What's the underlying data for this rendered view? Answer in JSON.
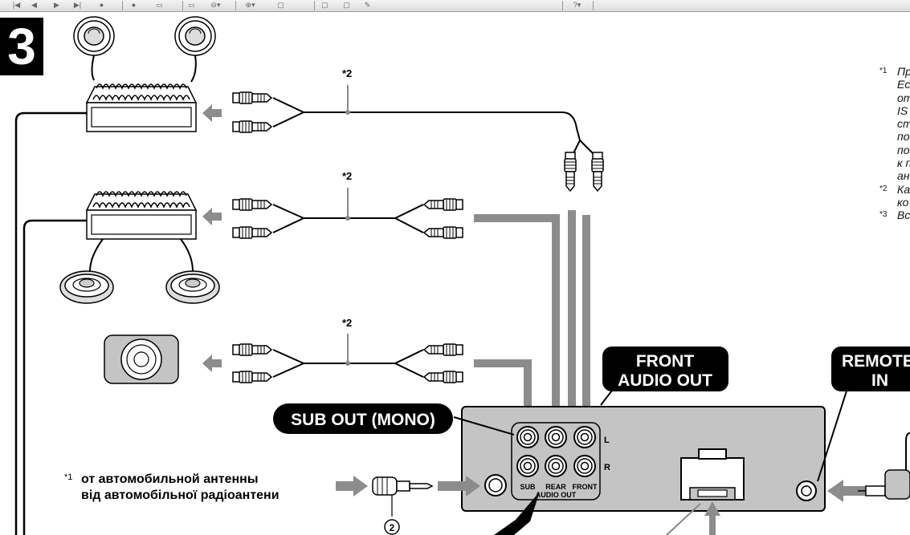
{
  "step_number": "3",
  "toolbar": {
    "buttons": [
      {
        "name": "first-page-icon",
        "glyph": "|◀"
      },
      {
        "name": "prev-page-icon",
        "glyph": "◀"
      },
      {
        "name": "next-page-icon",
        "glyph": "▶"
      },
      {
        "name": "last-page-icon",
        "glyph": "▶|"
      },
      {
        "name": "go-back-icon",
        "glyph": "●"
      },
      {
        "name": "go-forward-icon",
        "glyph": "●"
      },
      {
        "name": "copy-icon",
        "glyph": "▭"
      },
      {
        "name": "paste-icon",
        "glyph": "▭"
      },
      {
        "name": "zoom-out-icon",
        "glyph": "⊖▾"
      },
      {
        "name": "zoom-in-icon",
        "glyph": "⊕▾"
      },
      {
        "name": "single-page-icon",
        "glyph": "▢"
      },
      {
        "name": "continuous-page-icon",
        "glyph": "▢"
      },
      {
        "name": "facing-page-icon",
        "glyph": "▢"
      },
      {
        "name": "annotate-icon",
        "glyph": "✎"
      },
      {
        "name": "help-icon",
        "glyph": "?▾"
      }
    ]
  },
  "labels": {
    "cable_mark": "*2",
    "front_audio_out_line1": "FRONT",
    "front_audio_out_line2": "AUDIO OUT",
    "sub_out_mono": "SUB OUT (MONO)",
    "remote_in_line1": "REMOTE",
    "remote_in_line2": "IN",
    "channel_left": "L",
    "channel_right": "R",
    "jack_sub": "SUB",
    "jack_rear": "REAR",
    "jack_front": "FRONT",
    "audio_out": "AUDIO OUT",
    "antenna_mark": "*1",
    "antenna_ru": "от автомобильной антенны",
    "antenna_uk": "від автомобільної радіоантени",
    "part_number": "2"
  },
  "notes": [
    {
      "mark": "*1",
      "lines": [
        "Пр",
        "Ес",
        "от",
        "IS",
        "ст",
        "по",
        "по",
        "к п",
        "ан"
      ]
    },
    {
      "mark": "*2",
      "lines": [
        "Ка",
        "ко"
      ]
    },
    {
      "mark": "*3",
      "lines": [
        "Вс"
      ]
    }
  ],
  "colors": {
    "callout_bg": "#000000",
    "callout_text": "#ffffff",
    "arrow_gray": "#8c8c8c",
    "unit_fill": "#c4c4c4",
    "line": "#000000"
  }
}
